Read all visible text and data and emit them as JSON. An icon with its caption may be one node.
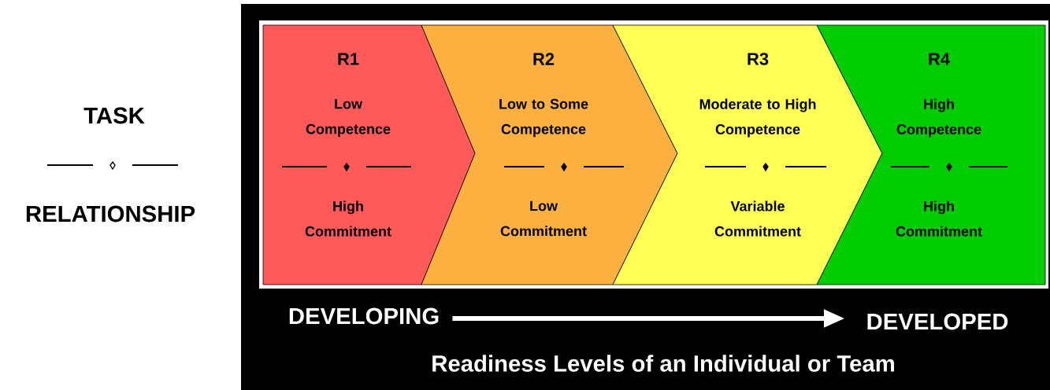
{
  "diagram": {
    "nodes": [
      {
        "text": [
          "R1",
          "Low Competence",
          "High Commitment"
        ]
      },
      {
        "text": [
          "R2",
          "Low to Some Competence",
          "Low Commitment"
        ]
      },
      {
        "text": [
          "R3",
          "Moderate to High Competence",
          "Variable Commitment"
        ]
      },
      {
        "text": [
          "R4",
          "High Competence",
          "High Commitment"
        ]
      },
      {
        "text": [
          "DEVELOPING"
        ]
      },
      {
        "text": [
          "DEVELOPED"
        ]
      }
    ],
    "edges": [
      {
        "from": 4,
        "to": 5,
        "arrow": "to"
      }
    ],
    "labels": [
      "TASK",
      "RELATIONSHIP",
      "Readiness Levels of an Individual or Team"
    ]
  }
}
